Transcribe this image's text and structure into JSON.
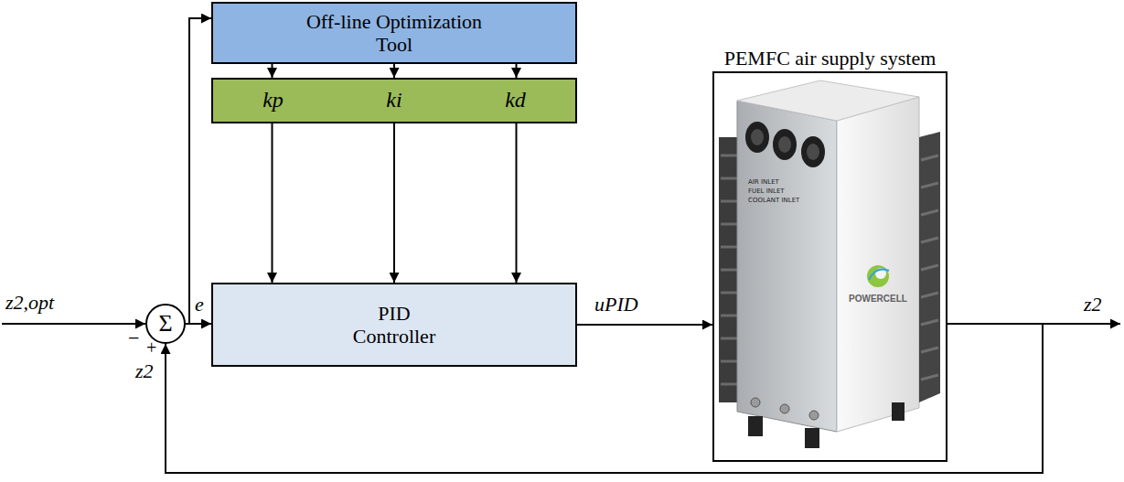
{
  "diagram": {
    "nodes": [
      {
        "text": [
          "Off-line Optimization Tool"
        ]
      },
      {
        "text": [
          "kp"
        ]
      },
      {
        "text": [
          "ki"
        ]
      },
      {
        "text": [
          "kd"
        ]
      },
      {
        "text": [
          "Σ"
        ]
      },
      {
        "text": [
          "PID Controller"
        ]
      },
      {
        "text": [
          "PEMFC air supply system"
        ]
      }
    ],
    "edges": [
      {
        "from": 4,
        "to": 0,
        "arrow": "to"
      },
      {
        "from": 0,
        "to": 1,
        "arrow": "to"
      },
      {
        "from": 0,
        "to": 2,
        "arrow": "to"
      },
      {
        "from": 0,
        "to": 3,
        "arrow": "to"
      },
      {
        "from": 1,
        "to": 5,
        "arrow": "to"
      },
      {
        "from": 2,
        "to": 5,
        "arrow": "to"
      },
      {
        "from": 3,
        "to": 5,
        "arrow": "to"
      },
      {
        "from": 4,
        "to": 5,
        "label": "e",
        "arrow": "to"
      },
      {
        "from": 5,
        "to": 6,
        "label": "uPID",
        "arrow": "to"
      },
      {
        "from": 6,
        "to": 4,
        "arrow": "to"
      }
    ],
    "labels": [
      "z2,opt",
      "−",
      "+",
      "z2",
      "z2",
      "AIR INLET",
      "FUEL INLET",
      "COOLANT INLET",
      "POWERCELL"
    ]
  }
}
